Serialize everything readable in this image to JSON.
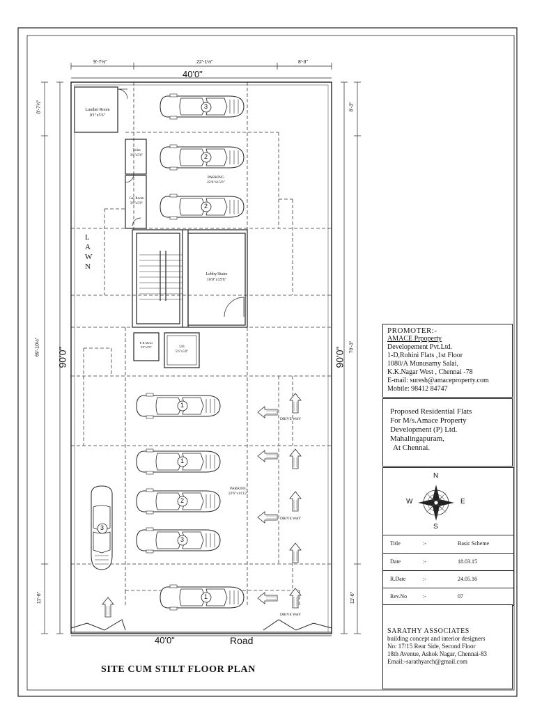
{
  "dims": {
    "top_left": "9'-7½\"",
    "top_mid": "22'-1½\"",
    "top_right": "8'-3\"",
    "width_top": "40'0\"",
    "width_bottom": "40'0\"",
    "left_upper": "8'-7½\"",
    "left_mid": "69'-10½\"",
    "left_lower": "11'-6\"",
    "right_upper": "8'-3\"",
    "right_mid": "70'-3\"",
    "right_lower": "11'-6\"",
    "depth_left": "90'0\"",
    "depth_right": "90'0\""
  },
  "road_label": "Road",
  "rooms": {
    "lumber": {
      "name": "Lumber Room",
      "size": "8'1\"x5'6\""
    },
    "toilet": {
      "name": "Toilet",
      "size": "3'6\"x5'0\""
    },
    "gas": {
      "name": "Gas Room",
      "size": "3'6\"x5'0\""
    },
    "lobby": {
      "name": "Lobby/Stairs",
      "size": "16'0\"x15'6\""
    },
    "eb": {
      "name": "E.B Meter",
      "size": "3'6\"x5'0\""
    },
    "lift": {
      "name": "Lift",
      "size": "5'6\"x5'0\""
    },
    "parking_top": {
      "name": "PARKING",
      "size": "22'6\"x15'6\""
    },
    "parking_bottom": {
      "name": "PARKING",
      "size": "22'6\"x11'12\""
    }
  },
  "lawn_letters": [
    "L",
    "A",
    "W",
    "N"
  ],
  "driveway": [
    "DRIVE WAY",
    "DRIVE WAY",
    "DRIVE WAY"
  ],
  "car_numbers": [
    "3",
    "2",
    "2",
    "1",
    "1",
    "2",
    "3",
    "3",
    "1"
  ],
  "drawing_title": "SITE CUM STILT FLOOR PLAN",
  "promoter": {
    "heading": "PROMOTER:-",
    "lines": [
      "AMACE Prpoperty",
      "Developement Pvt.Ltd.",
      "1-D,Rohini Flats ,1st Floor",
      "1080/A Munusamy Salai,",
      "K.K.Nagar West , Chennai -78",
      "E-mail: suresh@amaceproperty.com",
      "Mobile: 98412 84747"
    ]
  },
  "project": {
    "lines": [
      "Proposed Residential Flats",
      "For M/s.Amace Property",
      "Development (P) Ltd.",
      "Mahalingapuram,",
      "At Chennai."
    ]
  },
  "compass": {
    "n": "N",
    "s": "S",
    "e": "E",
    "w": "W"
  },
  "meta": [
    {
      "key": "Title",
      "sep": ":-",
      "value": "Basic Scheme"
    },
    {
      "key": "Date",
      "sep": ":-",
      "value": "18.03.15"
    },
    {
      "key": "R.Date",
      "sep": ":-",
      "value": "24.05.16"
    },
    {
      "key": "Rev.No",
      "sep": ":-",
      "value": "07"
    }
  ],
  "sarathy": {
    "heading": "SARATHY ASSOCIATES",
    "lines": [
      "building concept and interior designers",
      "No: 17/15 Rear Side, Second Floor",
      "18th Avenue, Ashok Nagar, Chennai-83",
      "Email:-sarathyarch@gmail.com"
    ]
  }
}
